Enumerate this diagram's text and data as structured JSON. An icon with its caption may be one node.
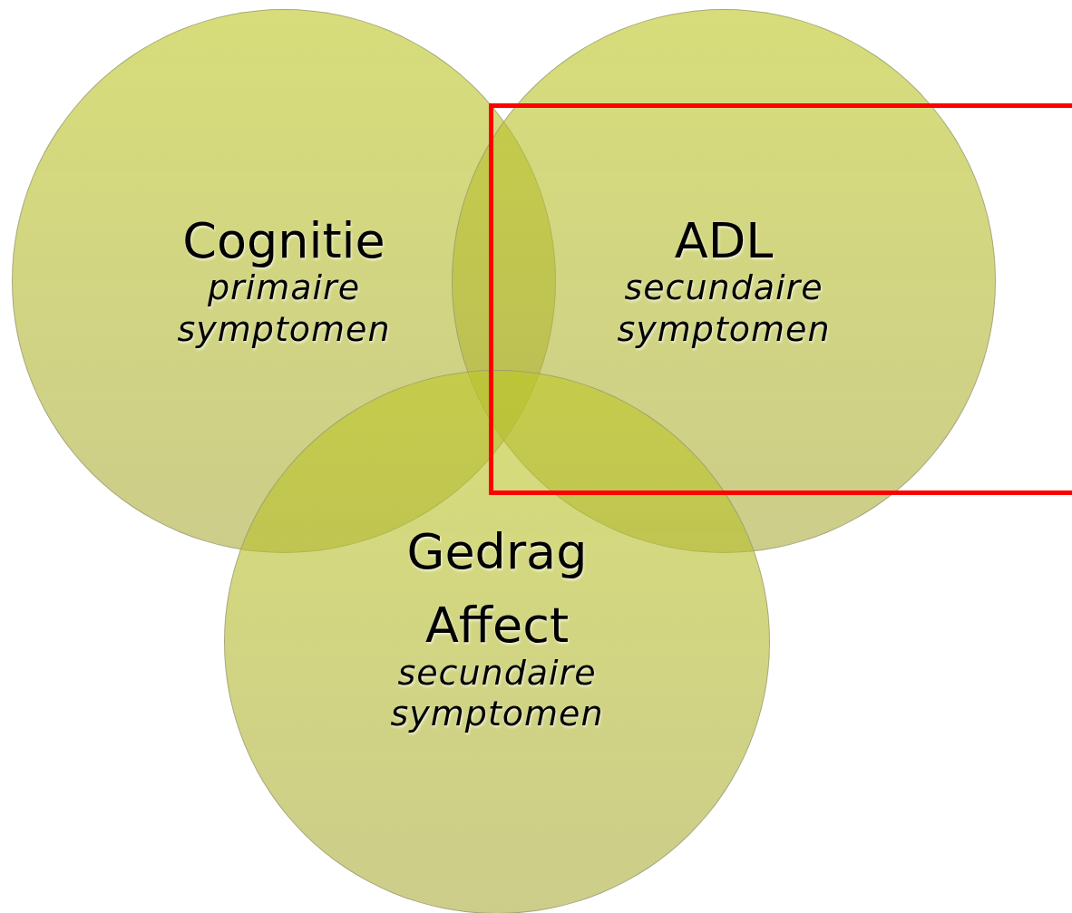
{
  "diagram": {
    "nodes": [
      {
        "text": [
          "Cognitie",
          "primaire symptomen"
        ]
      },
      {
        "text": [
          "ADL",
          "secundaire symptomen"
        ]
      },
      {
        "text": [
          "Gedrag",
          "Affect",
          "secundaire symptomen"
        ]
      }
    ]
  }
}
